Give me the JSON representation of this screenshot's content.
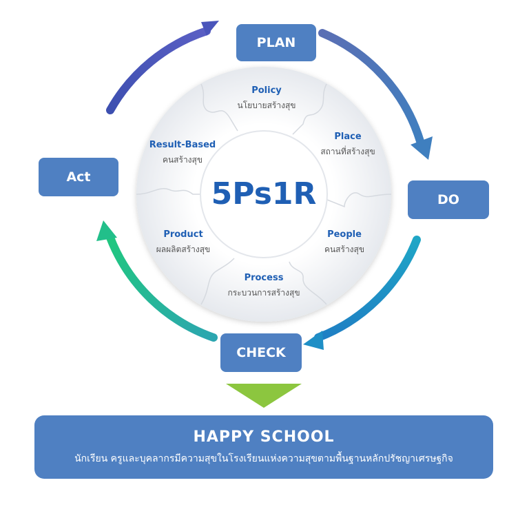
{
  "center": {
    "title": "5Ps1R"
  },
  "cycle": {
    "plan": "PLAN",
    "do": "DO",
    "check": "CHECK",
    "act": "Act"
  },
  "segments": [
    {
      "en": "Policy",
      "th": "นโยบายสร้างสุข"
    },
    {
      "en": "Place",
      "th": "สถานที่สร้างสุข"
    },
    {
      "en": "People",
      "th": "คนสร้างสุข"
    },
    {
      "en": "Process",
      "th": "กระบวนการสร้างสุข"
    },
    {
      "en": "Product",
      "th": "ผลผลิตสร้างสุข"
    },
    {
      "en": "Result-Based",
      "th": "คนสร้างสุข"
    }
  ],
  "footer": {
    "title": "HAPPY SCHOOL",
    "subtitle": "นักเรียน ครูและบุคลากรมีความสุขในโรงเรียนแห่งความสุขตามพื้นฐานหลักปรัชญาเศรษฐกิจ"
  },
  "colors": {
    "box": "#4f80c2",
    "center_text": "#1f5fb4",
    "label_en": "#1f5fb4",
    "label_th": "#555555",
    "funnel": "#8cc63f"
  }
}
